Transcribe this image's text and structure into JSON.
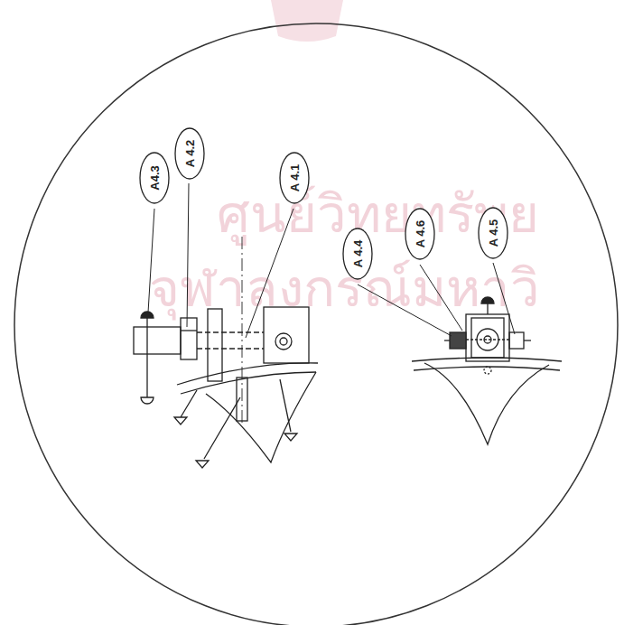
{
  "diagram": {
    "nodes": [
      {
        "text": [
          "A4.3"
        ]
      },
      {
        "text": [
          "A 4.2"
        ]
      },
      {
        "text": [
          "A 4.1"
        ]
      },
      {
        "text": [
          "A 4.4"
        ]
      },
      {
        "text": [
          "A 4.6"
        ]
      },
      {
        "text": [
          "A 4.5"
        ]
      }
    ],
    "labels": [
      "ศูนย์วิทยทรัพย",
      "จุฬาลงกรณ์มหาวิ"
    ]
  }
}
